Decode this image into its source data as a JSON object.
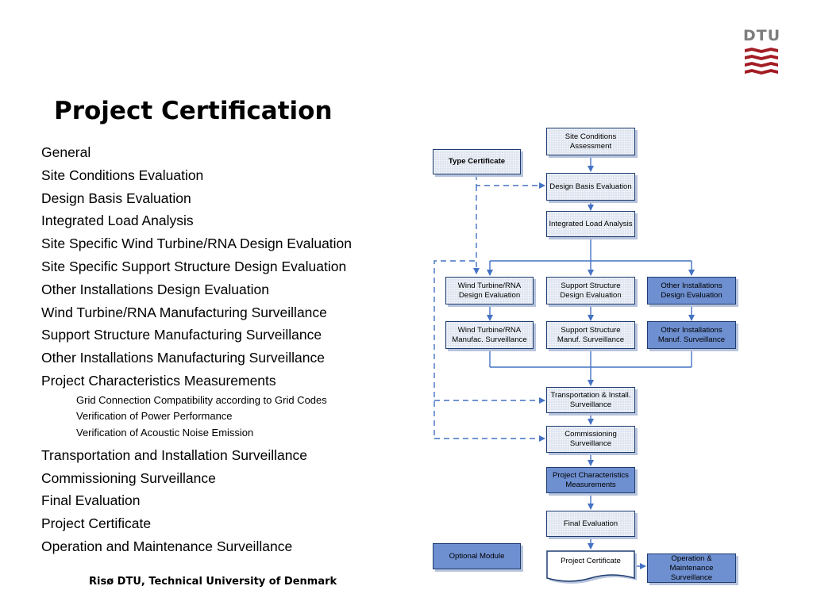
{
  "slide": {
    "title": "Project Certification",
    "logo_text": "DTU",
    "footer": "Risø DTU, Technical University of Denmark"
  },
  "topics": [
    "General",
    "Site Conditions Evaluation",
    "Design Basis Evaluation",
    "Integrated Load Analysis",
    "Site Specific Wind Turbine/RNA Design Evaluation",
    "Site Specific Support Structure Design Evaluation",
    "Other Installations Design Evaluation",
    "Wind Turbine/RNA Manufacturing Surveillance",
    "Support Structure Manufacturing Surveillance",
    "Other Installations Manufacturing Surveillance",
    "Project Characteristics Measurements"
  ],
  "sub_topics": [
    "Grid Connection Compatibility according to Grid Codes",
    "Verification of Power Performance",
    "Verification of Acoustic Noise Emission"
  ],
  "topics_after": [
    "Transportation and Installation Surveillance",
    "Commissioning Surveillance",
    "Final Evaluation",
    "Project Certificate",
    "Operation and Maintenance Surveillance"
  ],
  "flowchart": {
    "site_conditions": "Site Conditions Assessment",
    "type_certificate": "Type Certificate",
    "design_basis": "Design Basis Evaluation",
    "integrated_load": "Integrated Load Analysis",
    "wt_design": "Wind Turbine/RNA Design Evaluation",
    "ss_design": "Support Structure Design Evaluation",
    "oi_design": "Other Installations Design Evaluation",
    "wt_manuf": "Wind Turbine/RNA Manufac. Surveillance",
    "ss_manuf": "Support Structure Manuf. Surveillance",
    "oi_manuf": "Other Installations Manuf. Surveillance",
    "transport": "Transportation & Install. Surveillance",
    "commissioning": "Commissioning Surveillance",
    "project_char": "Project Characteristics Measurements",
    "final_eval": "Final Evaluation",
    "optional_module": "Optional Module",
    "project_certificate": "Project Certificate",
    "om_surveillance": "Operation & Maintenance Surveillance"
  },
  "colors": {
    "logo_red": "#a31d25",
    "node_light": "#dfe5f0",
    "node_dark": "#6e8fd0",
    "node_border": "#1f3d70",
    "connector": "#4472c4"
  }
}
